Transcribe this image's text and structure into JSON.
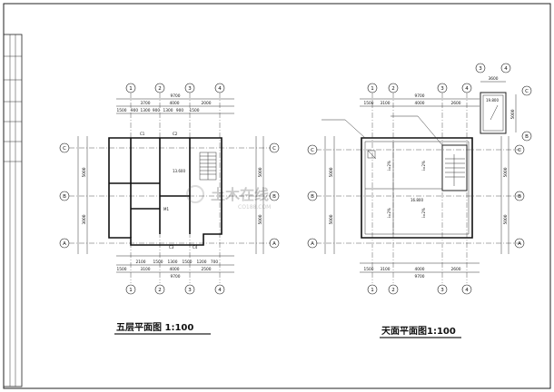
{
  "left_plan": {
    "title": "五层平面图 1:100",
    "top_grid": [
      "1",
      "2",
      "3",
      "4"
    ],
    "bottom_grid": [
      "1",
      "2",
      "3",
      "4"
    ],
    "side_grid": [
      "C",
      "B",
      "A"
    ],
    "top_total": "9700",
    "top_spans": [
      "3700",
      "4000",
      "2000"
    ],
    "top_details": [
      "1500",
      "900",
      "1300",
      "900",
      "1300",
      "900",
      "1500"
    ],
    "bottom_details": [
      "2100",
      "1500",
      "1300",
      "1500",
      "1200",
      "700"
    ],
    "bottom_spans": [
      "1500",
      "3100",
      "4000",
      "2500"
    ],
    "bottom_total": "9700",
    "left_dims": [
      "5000",
      "3000"
    ],
    "right_dims": [
      "5000",
      "5000"
    ],
    "elevation": "13.600",
    "windows": [
      "C1",
      "C2",
      "C3",
      "C4",
      "M1"
    ]
  },
  "right_plan": {
    "title": "天面平面图1:100",
    "top_grid": [
      "1",
      "2",
      "3",
      "4"
    ],
    "bottom_grid": [
      "1",
      "2",
      "3",
      "4"
    ],
    "side_grid": [
      "C",
      "B",
      "A"
    ],
    "roof_grid_top": [
      "3",
      "4"
    ],
    "roof_grid_side": [
      "C",
      "B"
    ],
    "roof_top_dim": "3600",
    "roof_side_dim": "5000",
    "roof_elev": "19.800",
    "top_total": "9700",
    "top_spans": [
      "1500",
      "3100",
      "4000",
      "2600"
    ],
    "bottom_spans": [
      "1500",
      "3100",
      "4000",
      "2600"
    ],
    "bottom_total": "9700",
    "left_dims": [
      "5000",
      "5000"
    ],
    "right_dims": [
      "5000",
      "5000"
    ],
    "elevation": "16.800",
    "slopes": [
      "i=2%",
      "i=2%",
      "i=2%",
      "i=2%"
    ]
  },
  "watermark": "土木在线",
  "watermark_sub": "CO188.COM"
}
